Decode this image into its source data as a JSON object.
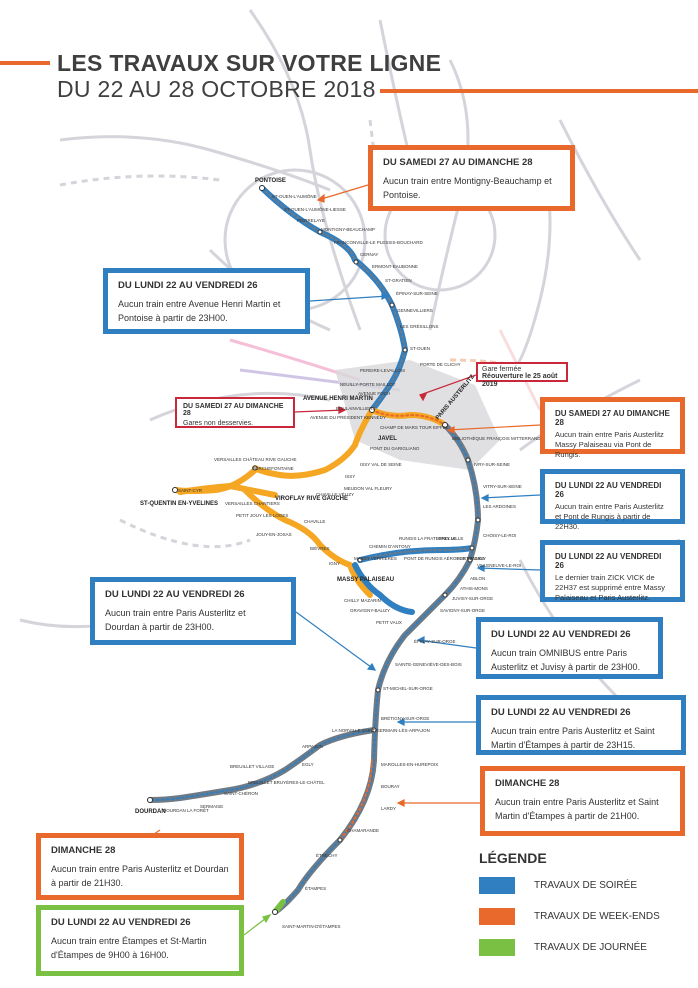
{
  "header": {
    "title_line1": "LES TRAVAUX SUR VOTRE LIGNE",
    "title_line2": "DU 22 AU 28 OCTOBRE 2018"
  },
  "colors": {
    "soiree": "#2f7fc1",
    "weekend": "#e8692b",
    "journee": "#7ac043",
    "alert": "#c8283a",
    "line_yellow": "#f5a623",
    "grey_network": "#c9c9cf"
  },
  "boxes": {
    "b1": {
      "title": "DU SAMEDI 27 AU DIMANCHE 28",
      "text": "Aucun train entre Montigny-Beauchamp et Pontoise."
    },
    "b2": {
      "title": "DU LUNDI 22 AU VENDREDI 26",
      "text": "Aucun train entre Avenue Henri Martin et Pontoise à partir de 23H00."
    },
    "b3": {
      "title": "Gare fermée",
      "text": "Réouverture le 25 août 2019"
    },
    "b4": {
      "title": "DU SAMEDI 27 AU DIMANCHE 28",
      "text": "Gares non desservies."
    },
    "b5": {
      "title": "DU SAMEDI 27 AU DIMANCHE 28",
      "text": "Aucun train entre Paris Austerlitz Massy Palaiseau via Pont de Rungis."
    },
    "b6": {
      "title": "DU LUNDI 22 AU VENDREDI 26",
      "text": "Aucun train entre Paris Austerlitz et Pont de Rungis à partir de 22H30."
    },
    "b7": {
      "title": "DU LUNDI 22 AU VENDREDI 26",
      "text": "Le dernier train ZICK VICK de 22H37 est supprimé entre Massy Palaiseau et Paris Austerlitz."
    },
    "b8": {
      "title": "DU LUNDI 22 AU VENDREDI 26",
      "text": "Aucun train entre Paris Austerlitz et Dourdan à partir de 23H00."
    },
    "b9": {
      "title": "DU LUNDI 22 AU VENDREDI 26",
      "text": "Aucun train OMNIBUS entre Paris Austerlitz et Juvisy à partir de 23H00."
    },
    "b10": {
      "title": "DU LUNDI 22 AU VENDREDI 26",
      "text": "Aucun train entre Paris Austerlitz et Saint Martin d'Étampes à partir de 23H15."
    },
    "b11": {
      "title": "DIMANCHE 28",
      "text": "Aucun train entre Paris Austerlitz et Saint Martin d'Étampes à partir de 21H00."
    },
    "b12": {
      "title": "DIMANCHE 28",
      "text": "Aucun train entre Paris Austerlitz et Dourdan à partir de 21H30."
    },
    "b13": {
      "title": "DU LUNDI 22 AU VENDREDI 26",
      "text": "Aucun train entre Étampes et St-Martin d'Étampes de 9H00 à 16H00."
    }
  },
  "legend": {
    "title": "LÉGENDE",
    "items": [
      {
        "label": "TRAVAUX DE SOIRÉE",
        "color": "#2f7fc1"
      },
      {
        "label": "TRAVAUX DE WEEK-ENDS",
        "color": "#e8692b"
      },
      {
        "label": "TRAVAUX DE JOURNÉE",
        "color": "#7ac043"
      }
    ]
  },
  "stations": {
    "pontoise": "PONTOISE",
    "st_ouen_laumone": "ST-OUEN-L'AUMÔNE",
    "st_ouen_liesse": "ST-OUEN-L'AUMÔNE-LIESSE",
    "pierrelaye": "PIERRELAYE",
    "montigny": "MONTIGNY-BEAUCHAMP",
    "franconville": "FRANCONVILLE-LE PLESSIS-BOUCHARD",
    "cernay": "CERNAY",
    "ermont": "ERMONT-EAUBONNE",
    "st_gratien": "ST-GRATIEN",
    "epinay": "ÉPINAY-SUR-SEINE",
    "gennevilliers": "GENNEVILLIERS",
    "les_gresillons": "LES GRÉSILLONS",
    "st_ouen": "ST-OUEN",
    "porte_clichy": "PORTE DE CLICHY",
    "pereire": "PEREIRE-LEVALLOIS",
    "neuilly": "NEUILLY-PORTE MAILLOT",
    "avenue_foch": "AVENUE FOCH",
    "henri_martin": "AVENUE HENRI MARTIN",
    "boulainvilliers": "BOULAINVILLIERS",
    "kennedy": "AVENUE DU PRÉSIDENT KENNEDY",
    "javel": "JAVEL",
    "champ_mars": "CHAMP DE MARS TOUR EIFFEL",
    "pont_garigliano": "PONT DU GARIGLIANO",
    "issy_val": "ISSY VAL DE SEINE",
    "issy": "ISSY",
    "meudon": "MEUDON VAL FLEURY",
    "chaville": "CHAVILLE VÉLIZY",
    "viroflay": "VIROFLAY RIVE GAUCHE",
    "porchefontaine": "PORCHEFONTAINE",
    "versailles_rg": "VERSAILLES CHÂTEAU RIVE GAUCHE",
    "versailles_ch": "VERSAILLES CHANTIERS",
    "st_cyr": "SAINT-CYR",
    "st_quentin": "ST-QUENTIN EN-YVELINES",
    "petit_jouy": "PETIT JOUY LES LOGES",
    "jouy": "JOUY-EN-JOSAS",
    "chaville2": "CHAVILLE",
    "bievres": "BIÈVRES",
    "igny": "IGNY",
    "massy_v": "MASSY VERRIÈRES",
    "massy_p": "MASSY PALAISEAU",
    "chemin_antony": "CHEMIN D'ANTONY",
    "rungis": "RUNGIS LA FRATERNELLE",
    "orly_ville": "ORLY VILLE",
    "pont_rungis": "PONT DE RUNGIS AÉROPORT D'ORLY",
    "les_saules": "LES SAULES",
    "chilly": "CHILLY MAZARIN",
    "gravigny": "GRAVIGNY-BALIZY",
    "petit_vaux": "PETIT VAUX",
    "austerlitz": "PARIS AUSTERLITZ",
    "bibliotheque": "BIBLIOTHÈQUE FRANÇOIS MITTERRAND",
    "ivry": "IVRY-SUR-SEINE",
    "vitry": "VITRY-SUR-SEINE",
    "ardoines": "LES ARDOINES",
    "choisy": "CHOISY-LE-ROI",
    "villeneuve": "VILLENEUVE-LE-ROI",
    "ablon": "ABLON",
    "athis": "ATHIS-MONS",
    "juvisy": "JUVISY-SUR-ORGE",
    "savigny": "SAVIGNY-SUR-ORGE",
    "epinay_orge": "ÉPINAY-SUR-ORGE",
    "ste_genevieve": "SAINTE-GENEVIÈVE-DES-BOIS",
    "st_michel": "ST-MICHEL-SUR-ORGE",
    "bretigny": "BRÉTIGNY-SUR-ORGE",
    "marolles": "MAROLLES-EN-HUREPOIX",
    "bouray": "BOURAY",
    "lardy": "LARDY",
    "chamarande": "CHAMARANDE",
    "etrechy": "ÉTRÉCHY",
    "etampes": "ÉTAMPES",
    "st_martin": "SAINT-MARTIN-D'ÉTAMPES",
    "la_norville": "LA NORVILLE SAINT-GERMAIN-LÈS-ARPAJON",
    "arpajon": "ARPAJON",
    "egly": "EGLY",
    "breuillet_village": "BREUILLET VILLAGE",
    "breuillet_bruyeres": "BREUILLET BRUYÈRES-LE-CHÂTEL",
    "st_cheron": "SAINT-CHÉRON",
    "sermaise": "SERMAISE",
    "dourdan": "DOURDAN",
    "dourdan_foret": "DOURDAN LA FORÊT"
  }
}
